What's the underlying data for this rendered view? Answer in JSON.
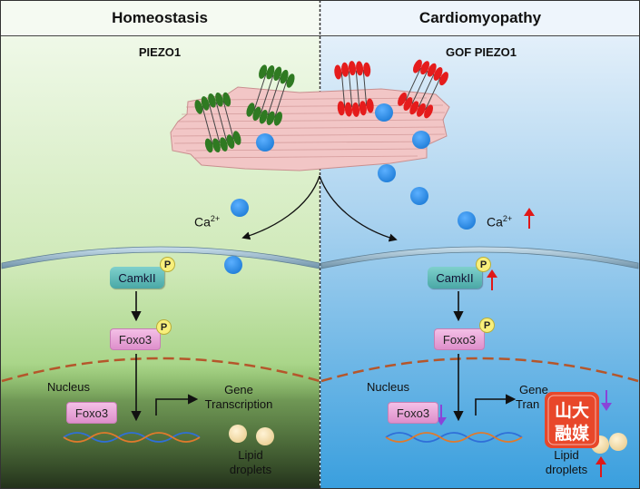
{
  "panels": {
    "left": {
      "title": "Homeostasis",
      "channel_label": "PIEZO1",
      "ca_label": "Ca",
      "ca_charge": "2+",
      "camk_label": "CamkII",
      "p_label": "P",
      "foxo_label": "Foxo3",
      "nucleus_label": "Nucleus",
      "nuclear_foxo_label": "Foxo3",
      "gene_label_1": "Gene",
      "gene_label_2": "Transcription",
      "lipid_label_1": "Lipid",
      "lipid_label_2": "droplets"
    },
    "right": {
      "title": "Cardiomyopathy",
      "channel_label": "GOF PIEZO1",
      "ca_label": "Ca",
      "ca_charge": "2+",
      "camk_label": "CamkII",
      "p_label": "P",
      "foxo_label": "Foxo3",
      "nucleus_label": "Nucleus",
      "nuclear_foxo_label": "Foxo3",
      "gene_label_1": "Gene",
      "gene_label_2": "Tran",
      "lipid_label_1": "Lipid",
      "lipid_label_2": "droplets"
    }
  },
  "watermark": {
    "text_top": "山大",
    "text_bottom": "融媒"
  },
  "colors": {
    "left_bg_top": "#eef8e6",
    "left_bg_bottom": "#9ccf78",
    "right_bg_top": "#e2eef9",
    "right_bg_bottom": "#57aee0",
    "ca_ion": "#2f8fe6",
    "normal_channel": "#2f7a22",
    "gof_channel": "#e51c1c",
    "up_arrow": "#e01818",
    "down_arrow": "#8a44d8",
    "nuclear_envelope": "#b5562b",
    "cell_membrane": "#8fb0c4",
    "watermark": "#e8472a"
  }
}
